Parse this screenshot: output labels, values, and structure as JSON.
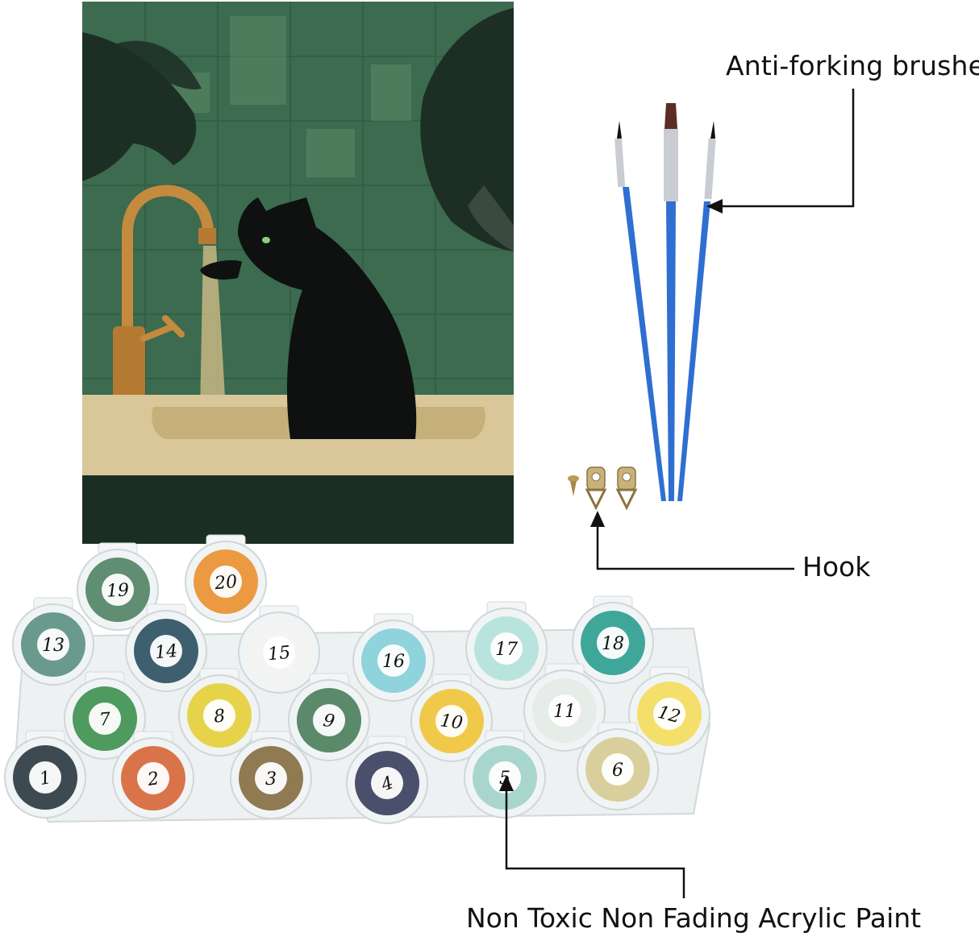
{
  "labels": {
    "brushes": "Anti-forking brushes",
    "hook": "Hook",
    "paint": "Non Toxic Non Fading Acrylic Paint"
  },
  "paint_pots": [
    {
      "number": "1",
      "color": "#3d4a52"
    },
    {
      "number": "2",
      "color": "#d9744a"
    },
    {
      "number": "3",
      "color": "#8f7a52"
    },
    {
      "number": "4",
      "color": "#4a4f6b"
    },
    {
      "number": "5",
      "color": "#a9d6cc"
    },
    {
      "number": "6",
      "color": "#d8cf9c"
    },
    {
      "number": "7",
      "color": "#4f9a5e"
    },
    {
      "number": "8",
      "color": "#e6d34a"
    },
    {
      "number": "9",
      "color": "#5b8a6a"
    },
    {
      "number": "10",
      "color": "#f0c94a"
    },
    {
      "number": "11",
      "color": "#e6ece8"
    },
    {
      "number": "12",
      "color": "#f3df6a"
    },
    {
      "number": "13",
      "color": "#6a9a8e"
    },
    {
      "number": "14",
      "color": "#3e5f6e"
    },
    {
      "number": "15",
      "color": "#f4f5f3"
    },
    {
      "number": "16",
      "color": "#8fd3dc"
    },
    {
      "number": "17",
      "color": "#b8e4dd"
    },
    {
      "number": "18",
      "color": "#3fa79a"
    },
    {
      "number": "19",
      "color": "#5f8e72"
    },
    {
      "number": "20",
      "color": "#ec9a42"
    }
  ],
  "colors": {
    "canvas_bg": "#3c6b4f",
    "tile_light": "#4d7d5f",
    "leaf": "#1d2e24",
    "cat": "#0e1110",
    "sink": "#d9c79a",
    "faucet": "#c48a3e",
    "brush_handle": "#2f6fd1",
    "ferrule": "#c9ccd0",
    "hook_metal": "#c9b27a"
  }
}
